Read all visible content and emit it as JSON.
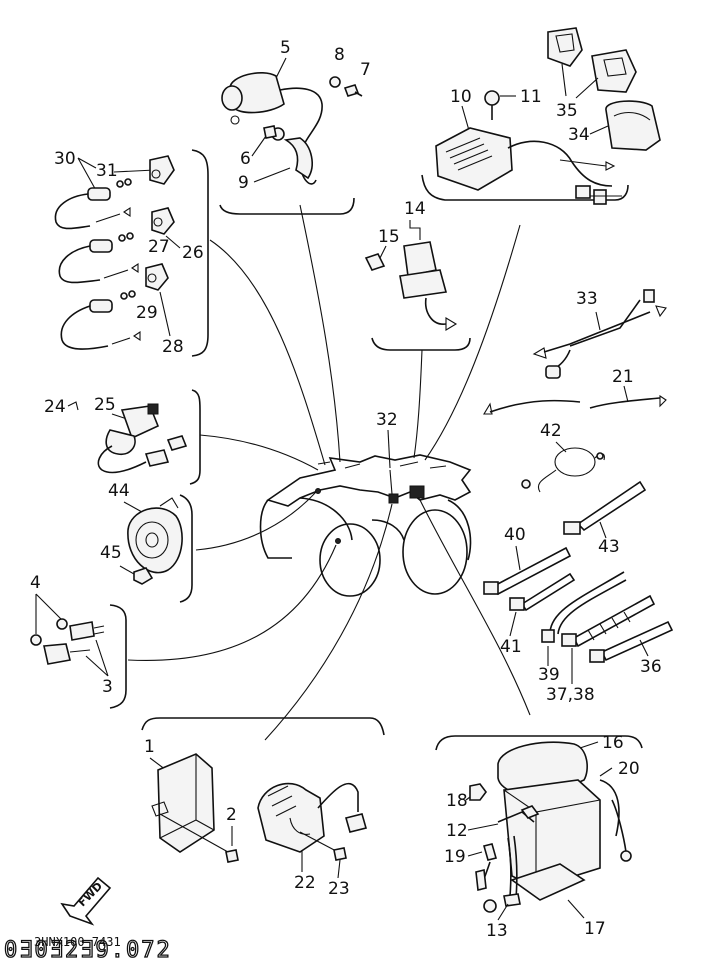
{
  "callouts": {
    "c1": "1",
    "c2": "2",
    "c3": "3",
    "c4": "4",
    "c5": "5",
    "c6": "6",
    "c7": "7",
    "c8": "8",
    "c9": "9",
    "c10": "10",
    "c11": "11",
    "c12": "12",
    "c13": "13",
    "c14": "14",
    "c15": "15",
    "c16": "16",
    "c17": "17",
    "c18": "18",
    "c19": "19",
    "c20": "20",
    "c21": "21",
    "c22": "22",
    "c23": "23",
    "c24": "24",
    "c25": "25",
    "c26": "26",
    "c27": "27",
    "c28": "28",
    "c29": "29",
    "c30": "30",
    "c31": "31",
    "c32": "32",
    "c33": "33",
    "c34": "34",
    "c35": "35",
    "c36": "36",
    "c37_38": "37,38",
    "c39": "39",
    "c40": "40",
    "c41": "41",
    "c42": "42",
    "c43": "43",
    "c44": "44",
    "c45": "45"
  },
  "footer": {
    "drawing_code": "3HNX100-7431",
    "page_code": "0Ǝ0Ǝ2Ǝ9.072"
  },
  "direction_marker": "FWD",
  "colors": {
    "ink": "#111111",
    "paper": "#ffffff"
  }
}
